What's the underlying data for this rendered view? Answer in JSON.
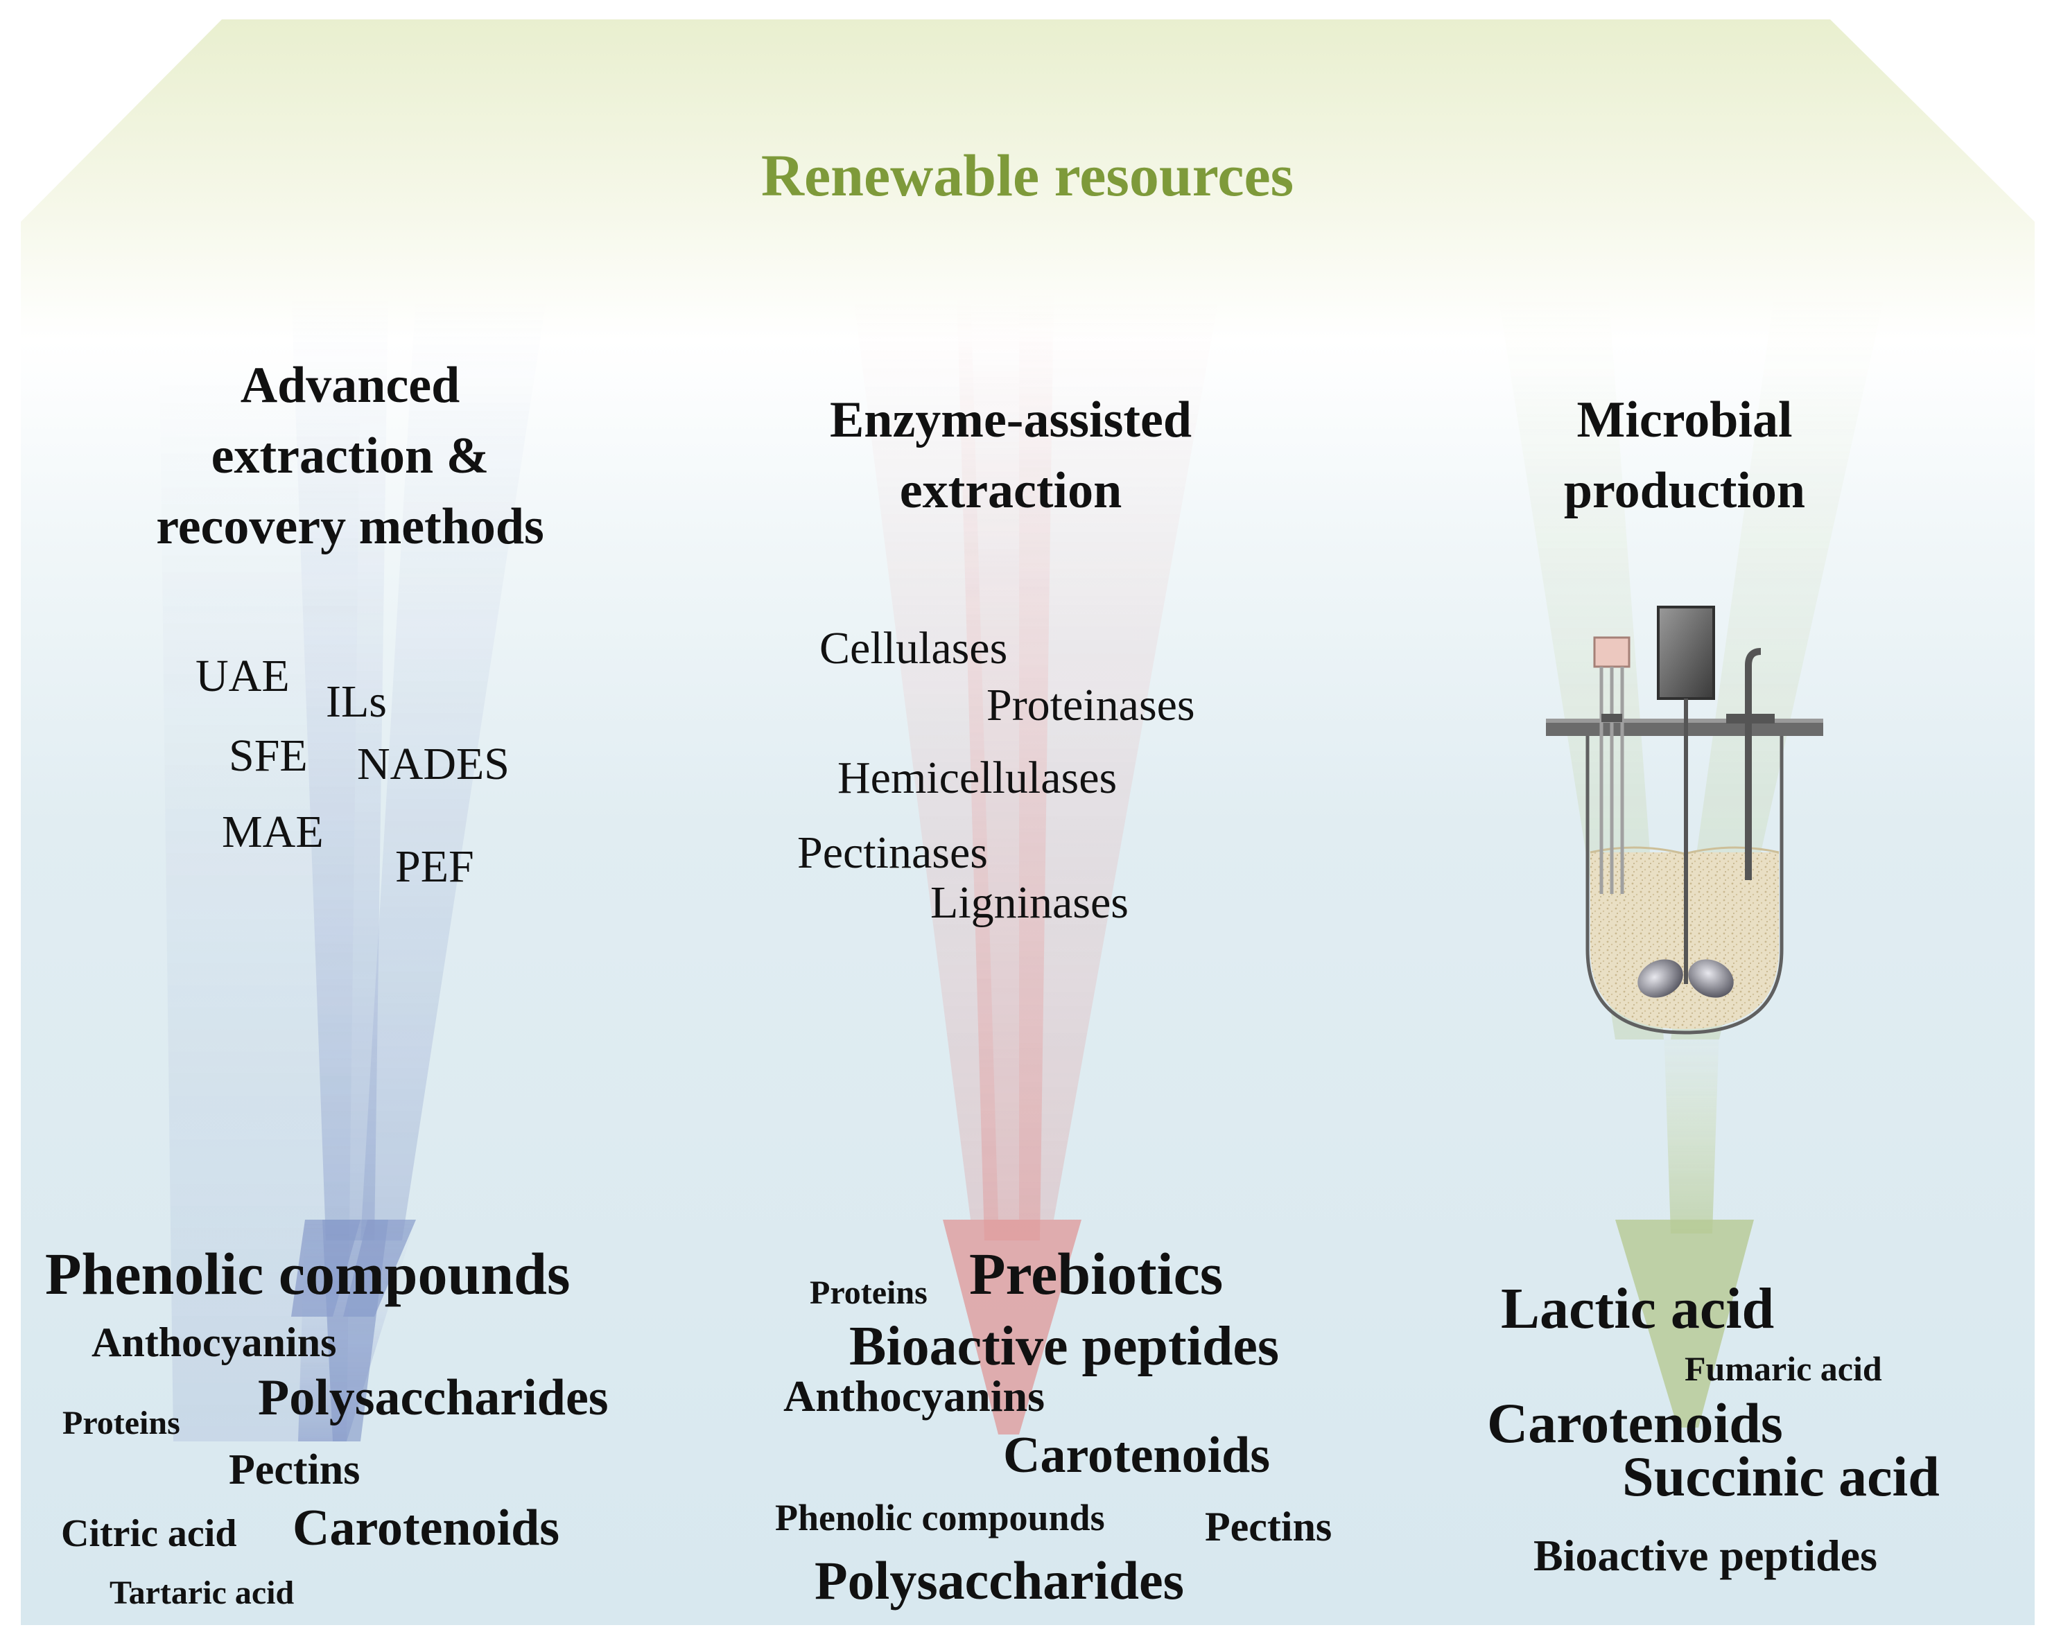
{
  "title": "Renewable resources",
  "colors": {
    "title": "#7e9a3a",
    "arrow_extraction": "#8c9ecb",
    "arrow_enzyme": "#e39a9a",
    "arrow_microbial": "#b8cc8c",
    "background_top": "#eef3d6",
    "background_bottom": "#d8e8ef"
  },
  "columns": {
    "extraction": {
      "heading": [
        "Advanced",
        "extraction &",
        "recovery methods"
      ],
      "methods": [
        "UAE",
        "ILs",
        "SFE",
        "NADES",
        "MAE",
        "PEF"
      ],
      "products": [
        "Phenolic compounds",
        "Anthocyanins",
        "Proteins",
        "Polysaccharides",
        "Pectins",
        "Citric acid",
        "Carotenoids",
        "Tartaric acid"
      ]
    },
    "enzyme": {
      "heading": [
        "Enzyme-assisted",
        "extraction"
      ],
      "enzymes": [
        "Cellulases",
        "Proteinases",
        "Hemicellulases",
        "Pectinases",
        "Ligninases"
      ],
      "products": [
        "Proteins",
        "Prebiotics",
        "Bioactive peptides",
        "Anthocyanins",
        "Carotenoids",
        "Phenolic compounds",
        "Pectins",
        "Polysaccharides"
      ]
    },
    "microbial": {
      "heading": [
        "Microbial",
        "production"
      ],
      "equipment_icon": "bioreactor-icon",
      "products": [
        "Lactic acid",
        "Fumaric acid",
        "Carotenoids",
        "Succinic acid",
        "Bioactive peptides"
      ]
    }
  }
}
